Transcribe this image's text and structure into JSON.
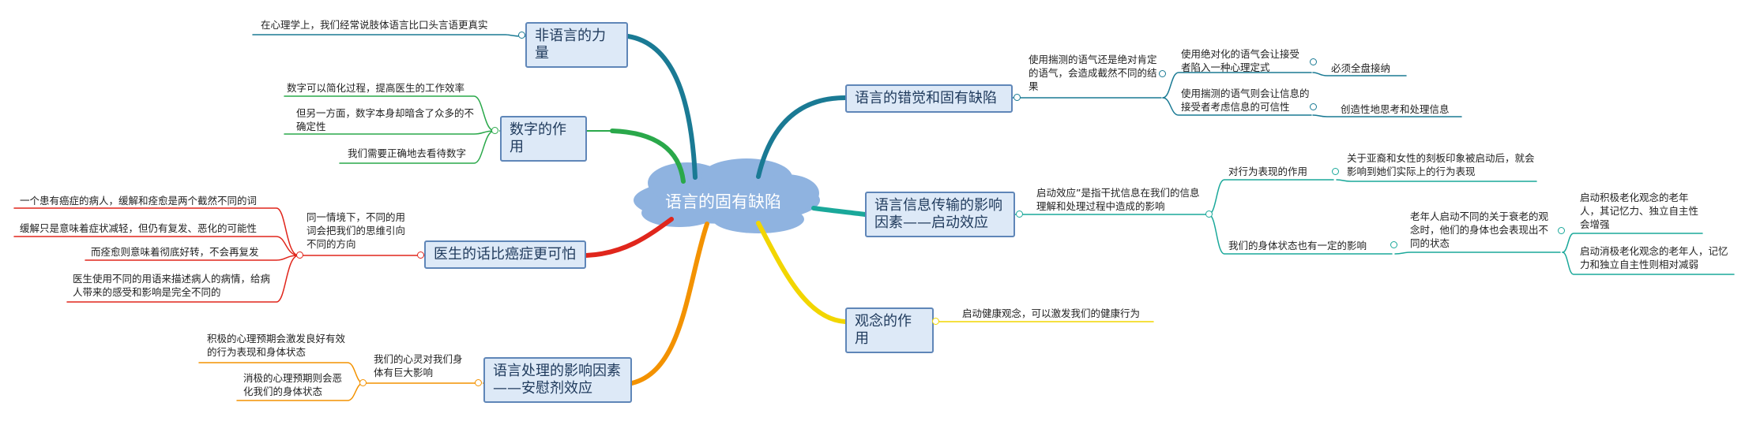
{
  "center": {
    "title": "语言的固有缺陷"
  },
  "branches": {
    "power": {
      "title": "非语言的力量",
      "leaf": "在心理学上，我们经常说肢体语言比口头言语更真实"
    },
    "numbers": {
      "title": "数字的作用",
      "leaves": [
        "数字可以简化过程，提高医生的工作效率",
        "但另一方面，数字本身却暗含了众多的不确定性",
        "我们需要正确地去看待数字"
      ]
    },
    "doctor": {
      "title": "医生的话比癌症更可怕",
      "mid": "同一情境下，不同的用词会把我们的思维引向不同的方向",
      "leaves": [
        "一个患有癌症的病人，缓解和痊愈是两个截然不同的词",
        "缓解只是意味着症状减轻，但仍有复发、恶化的可能性",
        "而痊愈则意味着彻底好转，不会再复发",
        "医生使用不同的用语来描述病人的病情，给病人带来的感受和影响是完全不同的"
      ]
    },
    "placebo": {
      "title": "语言处理的影响因素——安慰剂效应",
      "mid": "我们的心灵对我们身体有巨大影响",
      "leaves": [
        "积极的心理预期会激发良好有效的行为表现和身体状态",
        "消极的心理预期则会恶化我们的身体状态"
      ]
    },
    "illusion": {
      "title": "语言的错觉和固有缺陷",
      "mid": "使用揣测的语气还是绝对肯定的语气，会造成截然不同的结果",
      "subs": [
        {
          "text": "使用绝对化的语气会让接受者陷入一种心理定式",
          "leaf": "必须全盘接纳"
        },
        {
          "text": "使用揣测的语气则会让信息的接受者考虑信息的可信性",
          "leaf": "创造性地思考和处理信息"
        }
      ]
    },
    "priming": {
      "title": "语言信息传输的影响因素——启动效应",
      "mid": "启动效应”是指干扰信息在我们的信息理解和处理过程中造成的影响",
      "subs": [
        {
          "text": "对行为表现的作用",
          "leaf": "关于亚裔和女性的刻板印象被启动后，就会影响到她们实际上的行为表现"
        },
        {
          "text": "我们的身体状态也有一定的影响",
          "leaf": "老年人启动不同的关于衰老的观念时，他们的身体也会表现出不同的状态",
          "leaves": [
            "启动积极老化观念的老年人，其记忆力、独立自主性会增强",
            "启动消极老化观念的老年人，记忆力和独立自主性则相对减弱"
          ]
        }
      ]
    },
    "concept": {
      "title": "观念的作用",
      "leaf": "启动健康观念，可以激发我们的健康行为"
    }
  },
  "colors": {
    "teal": "#1a7a94",
    "green": "#2aa84a",
    "red": "#e0261c",
    "orange": "#f39200",
    "teal2": "#1aa89a",
    "yellow": "#f2d600",
    "node_border": "#5f86b8",
    "node_fill": "#dde9f7",
    "cloud": "#8fb3e0"
  }
}
